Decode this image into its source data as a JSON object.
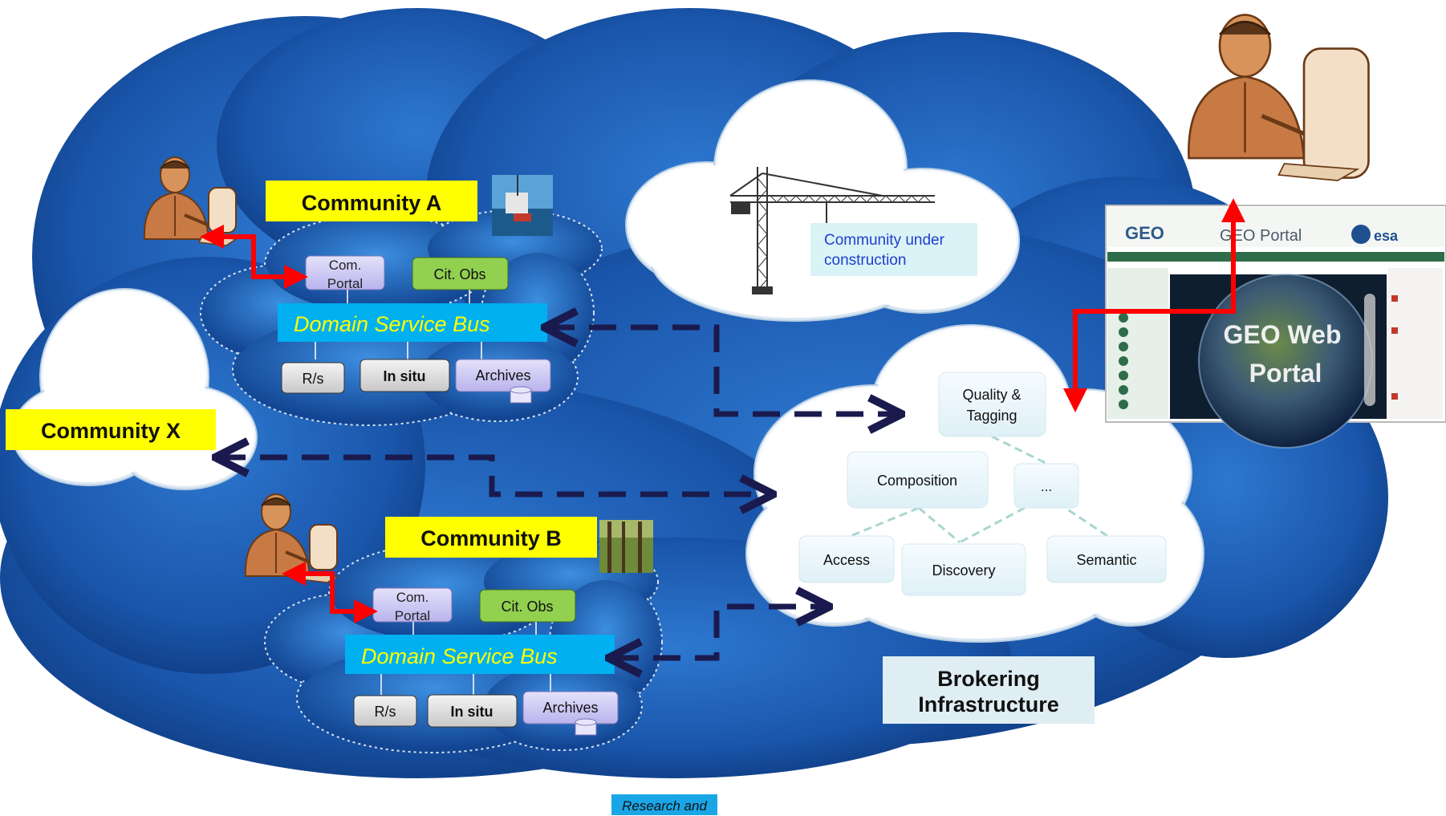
{
  "communities": {
    "a": {
      "label": "Community A",
      "com_portal": [
        "Com.",
        "Portal"
      ],
      "cit_obs": "Cit. Obs",
      "bus": "Domain Service Bus",
      "rs": "R/s",
      "insitu": "In situ",
      "archives": "Archives"
    },
    "b": {
      "label": "Community B",
      "com_portal": [
        "Com.",
        "Portal"
      ],
      "cit_obs": "Cit. Obs",
      "bus": "Domain Service Bus",
      "rs": "R/s",
      "insitu": "In situ",
      "archives": "Archives"
    },
    "x": {
      "label": "Community X"
    }
  },
  "construction": {
    "lines": [
      "Community under",
      "construction"
    ]
  },
  "broker": {
    "quality": [
      "Quality &",
      "Tagging"
    ],
    "composition": "Composition",
    "ellipsis": "...",
    "access": "Access",
    "discovery": "Discovery",
    "semantic": "Semantic",
    "label": [
      "Brokering",
      "Infrastructure"
    ]
  },
  "portal": {
    "header_brand": "GEO",
    "header_title": "GEO Portal",
    "esa": "esa",
    "globe_text": [
      "GEO Web",
      "Portal"
    ]
  },
  "footer": {
    "label": "Research and"
  },
  "colors": {
    "big_cloud": "#1f5fb8",
    "community_label_bg": "#ffff00",
    "bus_bg": "#00b0f0",
    "bus_text": "#ffff00",
    "cit_obs_bg": "#92d050",
    "arrow_red": "#ff0000",
    "arrow_navy": "#1a1a4e",
    "broker_label_bg": "#dfeef2"
  },
  "icons": [
    "person-at-computer-icon",
    "crane-icon",
    "database-icon",
    "ocean-photo",
    "forest-photo",
    "globe-icon"
  ]
}
